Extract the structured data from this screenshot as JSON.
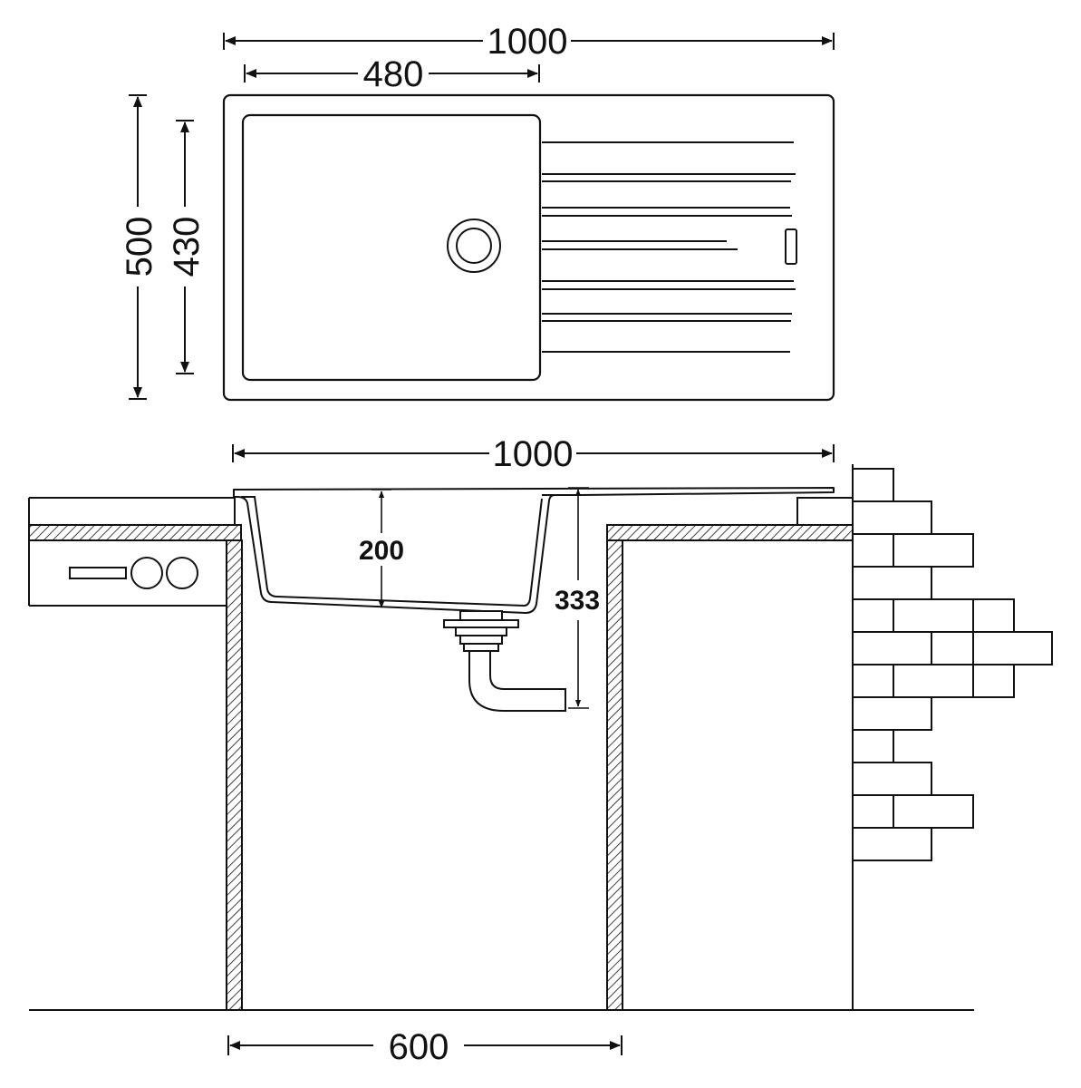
{
  "top_view": {
    "dim_total_width": "1000",
    "dim_bowl_width": "480",
    "dim_total_depth": "500",
    "dim_bowl_depth": "430"
  },
  "section_view": {
    "dim_total_width": "1000",
    "dim_bowl_depth": "200",
    "dim_drain_height": "333",
    "dim_cabinet_width": "600"
  },
  "colors": {
    "ink": "#111111",
    "paper": "#ffffff"
  }
}
